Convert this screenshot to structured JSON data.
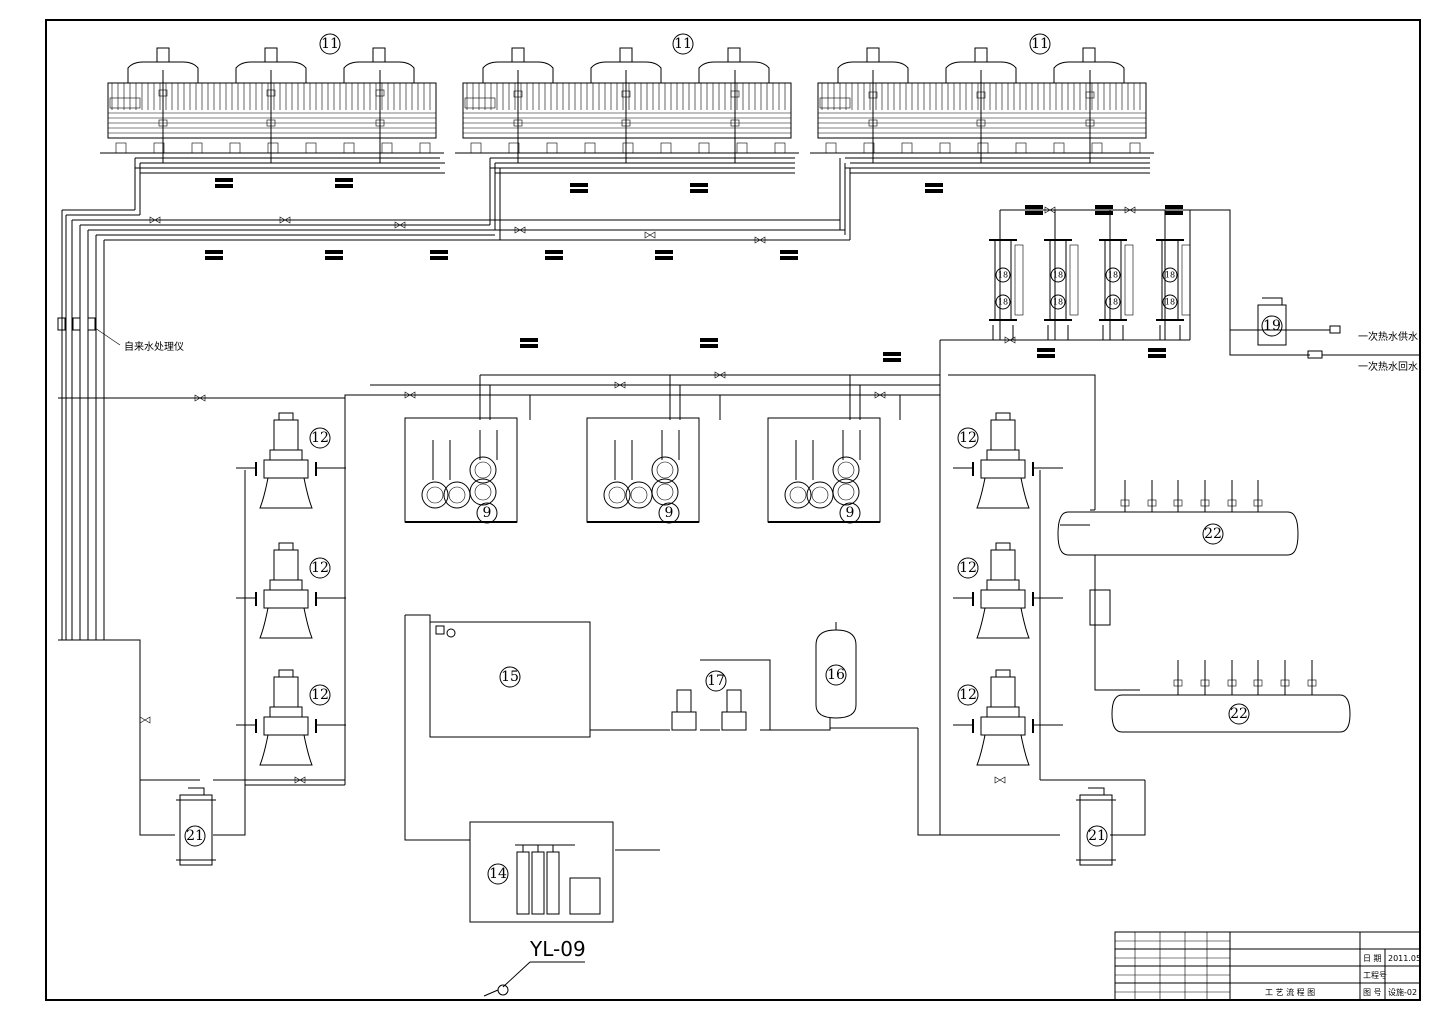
{
  "drawing": {
    "sheet_tag": "YL-09",
    "legend_note": "自来水处理仪",
    "pipe_labels": {
      "primary_supply": "一次热水供水",
      "primary_return": "一次热水回水"
    },
    "equipment_numbers": {
      "cooling_tower": "11",
      "pump": "12",
      "chiller": "9",
      "tank": "15",
      "softener": "14",
      "feed_pump": "17",
      "expansion_vessel": "16",
      "heat_exchanger": "18",
      "exchanger_pump": "19",
      "filter": "21",
      "collector": "22"
    },
    "title_block": {
      "date_label": "日 期",
      "date_value": "2011.05",
      "project_no_label": "工程号",
      "drawing_no_label": "图 号",
      "drawing_no_value": "设施-02",
      "drawing_title": "工 艺 流 程 图"
    }
  },
  "colors": {
    "ink": "#000000",
    "paper": "#ffffff"
  }
}
